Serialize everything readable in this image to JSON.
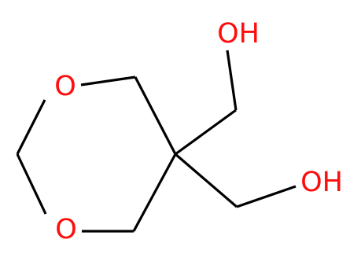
{
  "molecule": {
    "atoms": {
      "ring_o_top": {
        "symbol": "O",
        "color": "#ff0d0d"
      },
      "ring_o_bottom": {
        "symbol": "O",
        "color": "#ff0d0d"
      },
      "hydroxyl_top": {
        "symbol": "OH",
        "color": "#ff0d0d"
      },
      "hydroxyl_bottom": {
        "symbol": "OH",
        "color": "#ff0d0d"
      }
    },
    "bond_color": "#000000"
  }
}
